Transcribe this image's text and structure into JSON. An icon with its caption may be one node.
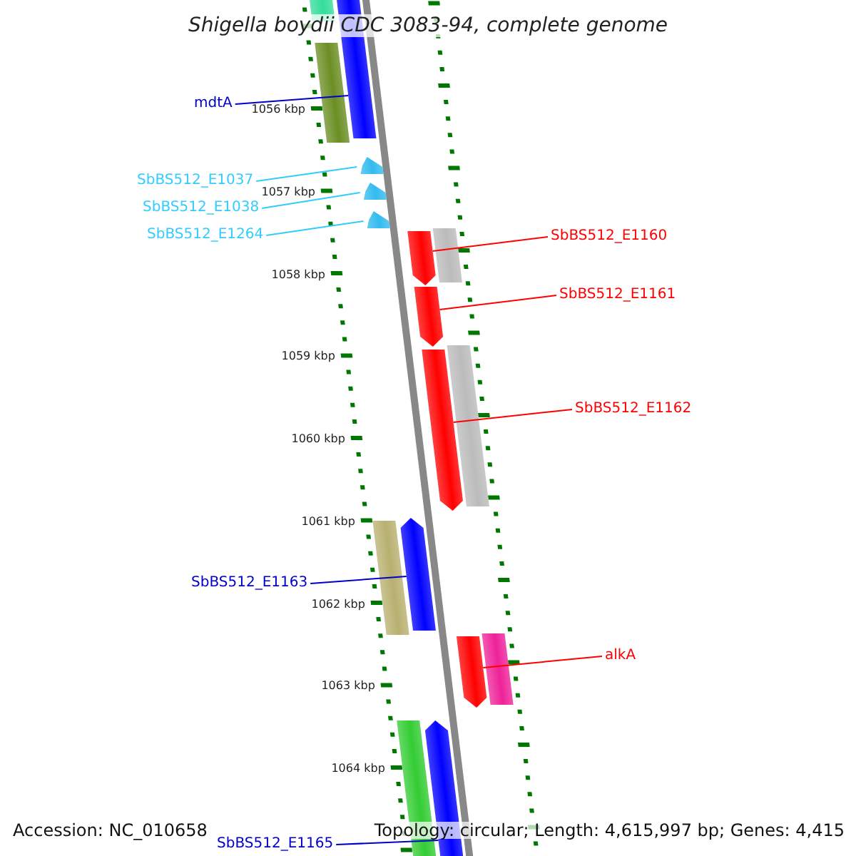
{
  "diagram": {
    "title": "Shigella boydii CDC 3083-94, complete genome",
    "nodes": [
      {
        "text": [
          "mdtA"
        ]
      },
      {
        "text": [
          "SbBS512_E1037"
        ]
      },
      {
        "text": [
          "SbBS512_E1038"
        ]
      },
      {
        "text": [
          "SbBS512_E1264"
        ]
      },
      {
        "text": [
          "SbBS512_E1160"
        ]
      },
      {
        "text": [
          "SbBS512_E1161"
        ]
      },
      {
        "text": [
          "SbBS512_E1162"
        ]
      },
      {
        "text": [
          "SbBS512_E1163"
        ]
      },
      {
        "text": [
          "alkA"
        ]
      },
      {
        "text": [
          "SbBS512_E1165"
        ]
      },
      {
        "text": [],
        "shape": "bar"
      },
      {
        "text": [],
        "shape": "bar"
      },
      {
        "text": [],
        "shape": "bar"
      },
      {
        "text": [],
        "shape": "arrow"
      },
      {
        "text": [],
        "shape": "arrow"
      },
      {
        "text": [],
        "shape": "arrow"
      },
      {
        "text": [],
        "shape": "arrow"
      },
      {
        "text": [],
        "shape": "bar"
      },
      {
        "text": [],
        "shape": "arrow"
      },
      {
        "text": [],
        "shape": "arrow"
      },
      {
        "text": [],
        "shape": "bar"
      },
      {
        "text": [],
        "shape": "bar"
      },
      {
        "text": [],
        "shape": "arrow"
      },
      {
        "text": [],
        "shape": "arrow"
      },
      {
        "text": [],
        "shape": "bar"
      },
      {
        "text": [],
        "shape": "bar"
      },
      {
        "text": [],
        "shape": "arrow"
      }
    ],
    "edges": [
      {
        "from": 0,
        "to": 11,
        "arrow": "none",
        "color": "#0000cc"
      },
      {
        "from": 1,
        "to": 13,
        "arrow": "none",
        "color": "#33ccff"
      },
      {
        "from": 2,
        "to": 14,
        "arrow": "none",
        "color": "#33ccff"
      },
      {
        "from": 3,
        "to": 15,
        "arrow": "none",
        "color": "#33ccff"
      },
      {
        "from": 4,
        "to": 16,
        "arrow": "none"
      },
      {
        "from": 5,
        "to": 18,
        "arrow": "none"
      },
      {
        "from": 6,
        "to": 19,
        "arrow": "none"
      },
      {
        "from": 7,
        "to": 22,
        "arrow": "none",
        "color": "#0000cc"
      },
      {
        "from": 8,
        "to": 23,
        "arrow": "none"
      },
      {
        "from": 9,
        "to": 26,
        "arrow": "none",
        "color": "#0000cc"
      }
    ],
    "labels": [
      "1056 kbp",
      "1057 kbp",
      "1058 kbp",
      "1059 kbp",
      "1060 kbp",
      "1061 kbp",
      "1062 kbp",
      "1063 kbp",
      "1064 kbp",
      "Accession: NC_010658",
      "Topology: circular; Length: 4,615,997 bp; Genes: 4,415"
    ]
  }
}
